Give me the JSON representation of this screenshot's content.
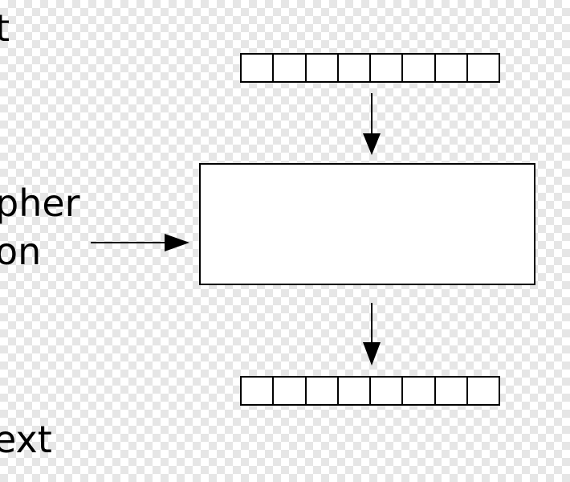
{
  "labels": {
    "top": "t",
    "key_line1": "pher",
    "key_line2": "on",
    "bottom": "ext"
  },
  "blocks": {
    "cells_per_block": 8
  },
  "colors": {
    "line": "#000000",
    "fill": "#ffffff",
    "checker": "#e6e6e6"
  }
}
